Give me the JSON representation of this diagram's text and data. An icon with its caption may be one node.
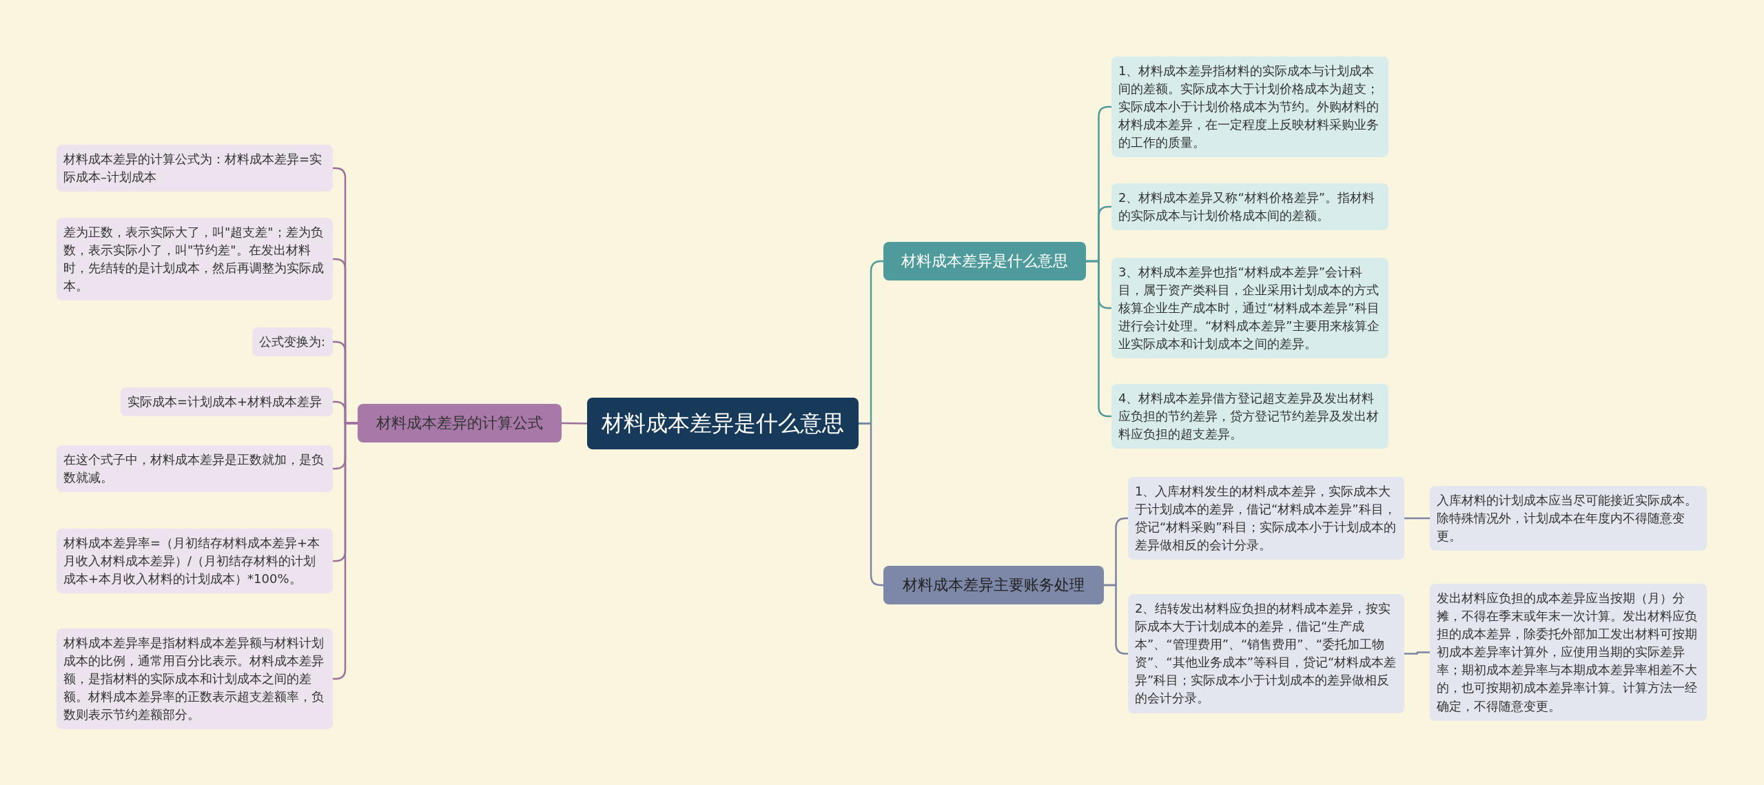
{
  "diagram": {
    "nodes": [
      {
        "text": [
          "材料成本差异是什么意思"
        ]
      },
      {
        "text": [
          "材料成本差异的计算公式"
        ]
      },
      {
        "text": [
          "材料成本差异的计算公式为：材料成本差异=实际成本–计划成本"
        ]
      },
      {
        "text": [
          "差为正数，表示实际大了，叫\"超支差\"；差为负数，表示实际小了，叫\"节约差\"。在发出材料时，先结转的是计划成本，然后再调整为实际成本。"
        ]
      },
      {
        "text": [
          "公式变换为:"
        ]
      },
      {
        "text": [
          "实际成本=计划成本+材料成本差异"
        ]
      },
      {
        "text": [
          "在这个式子中，材料成本差异是正数就加，是负数就减。"
        ]
      },
      {
        "text": [
          "材料成本差异率=（月初结存材料成本差异+本月收入材料成本差异）/（月初结存材料的计划成本+本月收入材料的计划成本）*100%。"
        ]
      },
      {
        "text": [
          "材料成本差异率是指材料成本差异额与材料计划成本的比例，通常用百分比表示。材料成本差异额，是指材料的实际成本和计划成本之间的差额。材料成本差异率的正数表示超支差额率，负数则表示节约差额部分。"
        ]
      },
      {
        "text": [
          "材料成本差异是什么意思"
        ]
      },
      {
        "text": [
          "1、材料成本差异指材料的实际成本与计划成本间的差额。实际成本大于计划价格成本为超支；实际成本小于计划价格成本为节约。外购材料的材料成本差异，在一定程度上反映材料采购业务的工作的质量。"
        ]
      },
      {
        "text": [
          "2、材料成本差异又称“材料价格差异”。指材料的实际成本与计划价格成本间的差额。"
        ]
      },
      {
        "text": [
          "3、材料成本差异也指“材料成本差异”会计科目，属于资产类科目，企业采用计划成本的方式核算企业生产成本时，通过“材料成本差异”科目进行会计处理。“材料成本差异”主要用来核算企业实际成本和计划成本之间的差异。"
        ]
      },
      {
        "text": [
          "4、材料成本差异借方登记超支差异及发出材料应负担的节约差异，贷方登记节约差异及发出材料应负担的超支差异。"
        ]
      },
      {
        "text": [
          "材料成本差异主要账务处理"
        ]
      },
      {
        "text": [
          "1、入库材料发生的材料成本差异，实际成本大于计划成本的差异，借记“材料成本差异”科目，贷记“材料采购”科目；实际成本小于计划成本的差异做相反的会计分录。"
        ]
      },
      {
        "text": [
          "入库材料的计划成本应当尽可能接近实际成本。除特殊情况外，计划成本在年度内不得随意变更。"
        ]
      },
      {
        "text": [
          "2、结转发出材料应负担的材料成本差异，按实际成本大于计划成本的差异，借记“生产成本”、“管理费用”、“销售费用”、“委托加工物资”、“其他业务成本”等科目，贷记“材料成本差异”科目；实际成本小于计划成本的差异做相反的会计分录。"
        ]
      },
      {
        "text": [
          "发出材料应负担的成本差异应当按期（月）分摊，不得在季末或年末一次计算。发出材料应负担的成本差异，除委托外部加工发出材料可按期初成本差异率计算外，应使用当期的实际差异率；期初成本差异率与本期成本差异率相差不大的，也可按期初成本差异率计算。计算方法一经确定，不得随意变更。"
        ]
      }
    ],
    "edges": [
      {
        "from": 0,
        "to": 1,
        "arrow": "none"
      },
      {
        "from": 0,
        "to": 9,
        "arrow": "none"
      },
      {
        "from": 0,
        "to": 14,
        "arrow": "none"
      },
      {
        "from": 1,
        "to": 2,
        "arrow": "none"
      },
      {
        "from": 1,
        "to": 3,
        "arrow": "none"
      },
      {
        "from": 1,
        "to": 4,
        "arrow": "none"
      },
      {
        "from": 1,
        "to": 5,
        "arrow": "none"
      },
      {
        "from": 1,
        "to": 6,
        "arrow": "none"
      },
      {
        "from": 1,
        "to": 7,
        "arrow": "none"
      },
      {
        "from": 1,
        "to": 8,
        "arrow": "none"
      },
      {
        "from": 9,
        "to": 10,
        "arrow": "none"
      },
      {
        "from": 9,
        "to": 11,
        "arrow": "none"
      },
      {
        "from": 9,
        "to": 12,
        "arrow": "none"
      },
      {
        "from": 9,
        "to": 13,
        "arrow": "none"
      },
      {
        "from": 14,
        "to": 15,
        "arrow": "none"
      },
      {
        "from": 14,
        "to": 17,
        "arrow": "none"
      },
      {
        "from": 15,
        "to": 16,
        "arrow": "none"
      },
      {
        "from": 17,
        "to": 18,
        "arrow": "none"
      }
    ]
  }
}
